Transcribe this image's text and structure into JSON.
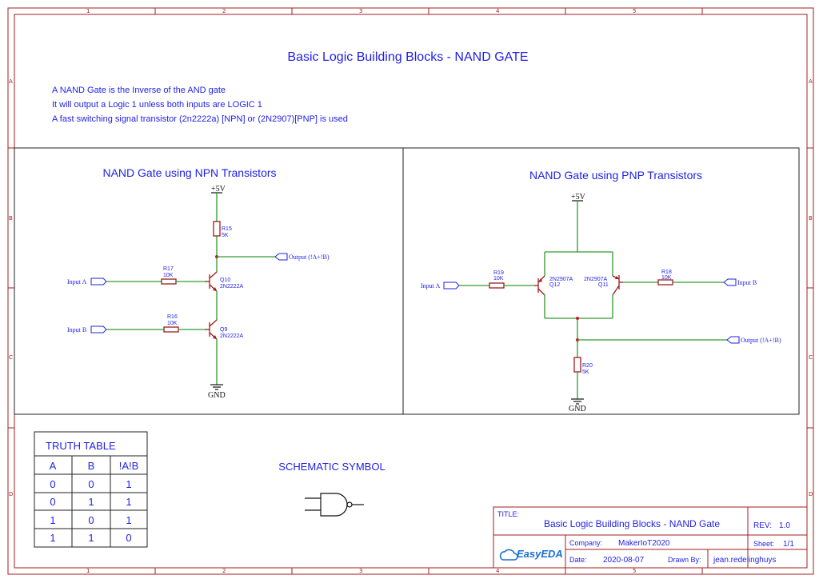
{
  "title": "Basic Logic Building Blocks - NAND GATE",
  "description": [
    "A NAND Gate is the Inverse of the AND gate",
    "It will output a Logic 1 unless both inputs are LOGIC 1",
    "A fast switching signal transistor (2n2222a) [NPN] or (2N2907)[PNP] is used"
  ],
  "border": {
    "columns": [
      "1",
      "2",
      "3",
      "4",
      "5"
    ],
    "rows": [
      "A",
      "B",
      "C",
      "D"
    ]
  },
  "npn": {
    "title": "NAND Gate using NPN Transistors",
    "vcc": "+5V",
    "gnd": "GND",
    "r15": {
      "ref": "R15",
      "value": "5K"
    },
    "r17": {
      "ref": "R17",
      "value": "10K"
    },
    "r16": {
      "ref": "R16",
      "value": "10K"
    },
    "q10": {
      "ref": "Q10",
      "part": "2N2222A"
    },
    "q9": {
      "ref": "Q9",
      "part": "2N2222A"
    },
    "input_a": "Input A",
    "input_b": "Input B",
    "output": "Output (!A+!B)"
  },
  "pnp": {
    "title": "NAND Gate using PNP Transistors",
    "vcc": "+5V",
    "gnd": "GND",
    "r19": {
      "ref": "R19",
      "value": "10K"
    },
    "r18": {
      "ref": "R18",
      "value": "10K"
    },
    "r20": {
      "ref": "R20",
      "value": "5K"
    },
    "q12": {
      "ref": "Q12",
      "part": "2N2907A"
    },
    "q11": {
      "ref": "Q11",
      "part": "2N2907A"
    },
    "input_a": "Input A",
    "input_b": "Input B",
    "output": "Output (!A+!B)"
  },
  "truth_table": {
    "title": "TRUTH TABLE",
    "headers": [
      "A",
      "B",
      "!A!B"
    ],
    "rows": [
      [
        "0",
        "0",
        "1"
      ],
      [
        "0",
        "1",
        "1"
      ],
      [
        "1",
        "0",
        "1"
      ],
      [
        "1",
        "1",
        "0"
      ]
    ]
  },
  "symbol": {
    "label": "SCHEMATIC SYMBOL"
  },
  "title_block": {
    "title_label": "TITLE:",
    "title": "Basic Logic Building Blocks - NAND Gate",
    "rev_label": "REV:",
    "rev": "1.0",
    "company_label": "Company:",
    "company": "MakerIoT2020",
    "sheet_label": "Sheet:",
    "sheet": "1/1",
    "date_label": "Date:",
    "date": "2020-08-07",
    "drawn_label": "Drawn By:",
    "drawn_by": "jean.redelinghuys",
    "logo": "EasyEDA"
  },
  "colors": {
    "text": "#1f1fe6",
    "wire": "#2d9c2d",
    "component": "#9b1c1c",
    "frame": "#a51c1c"
  }
}
